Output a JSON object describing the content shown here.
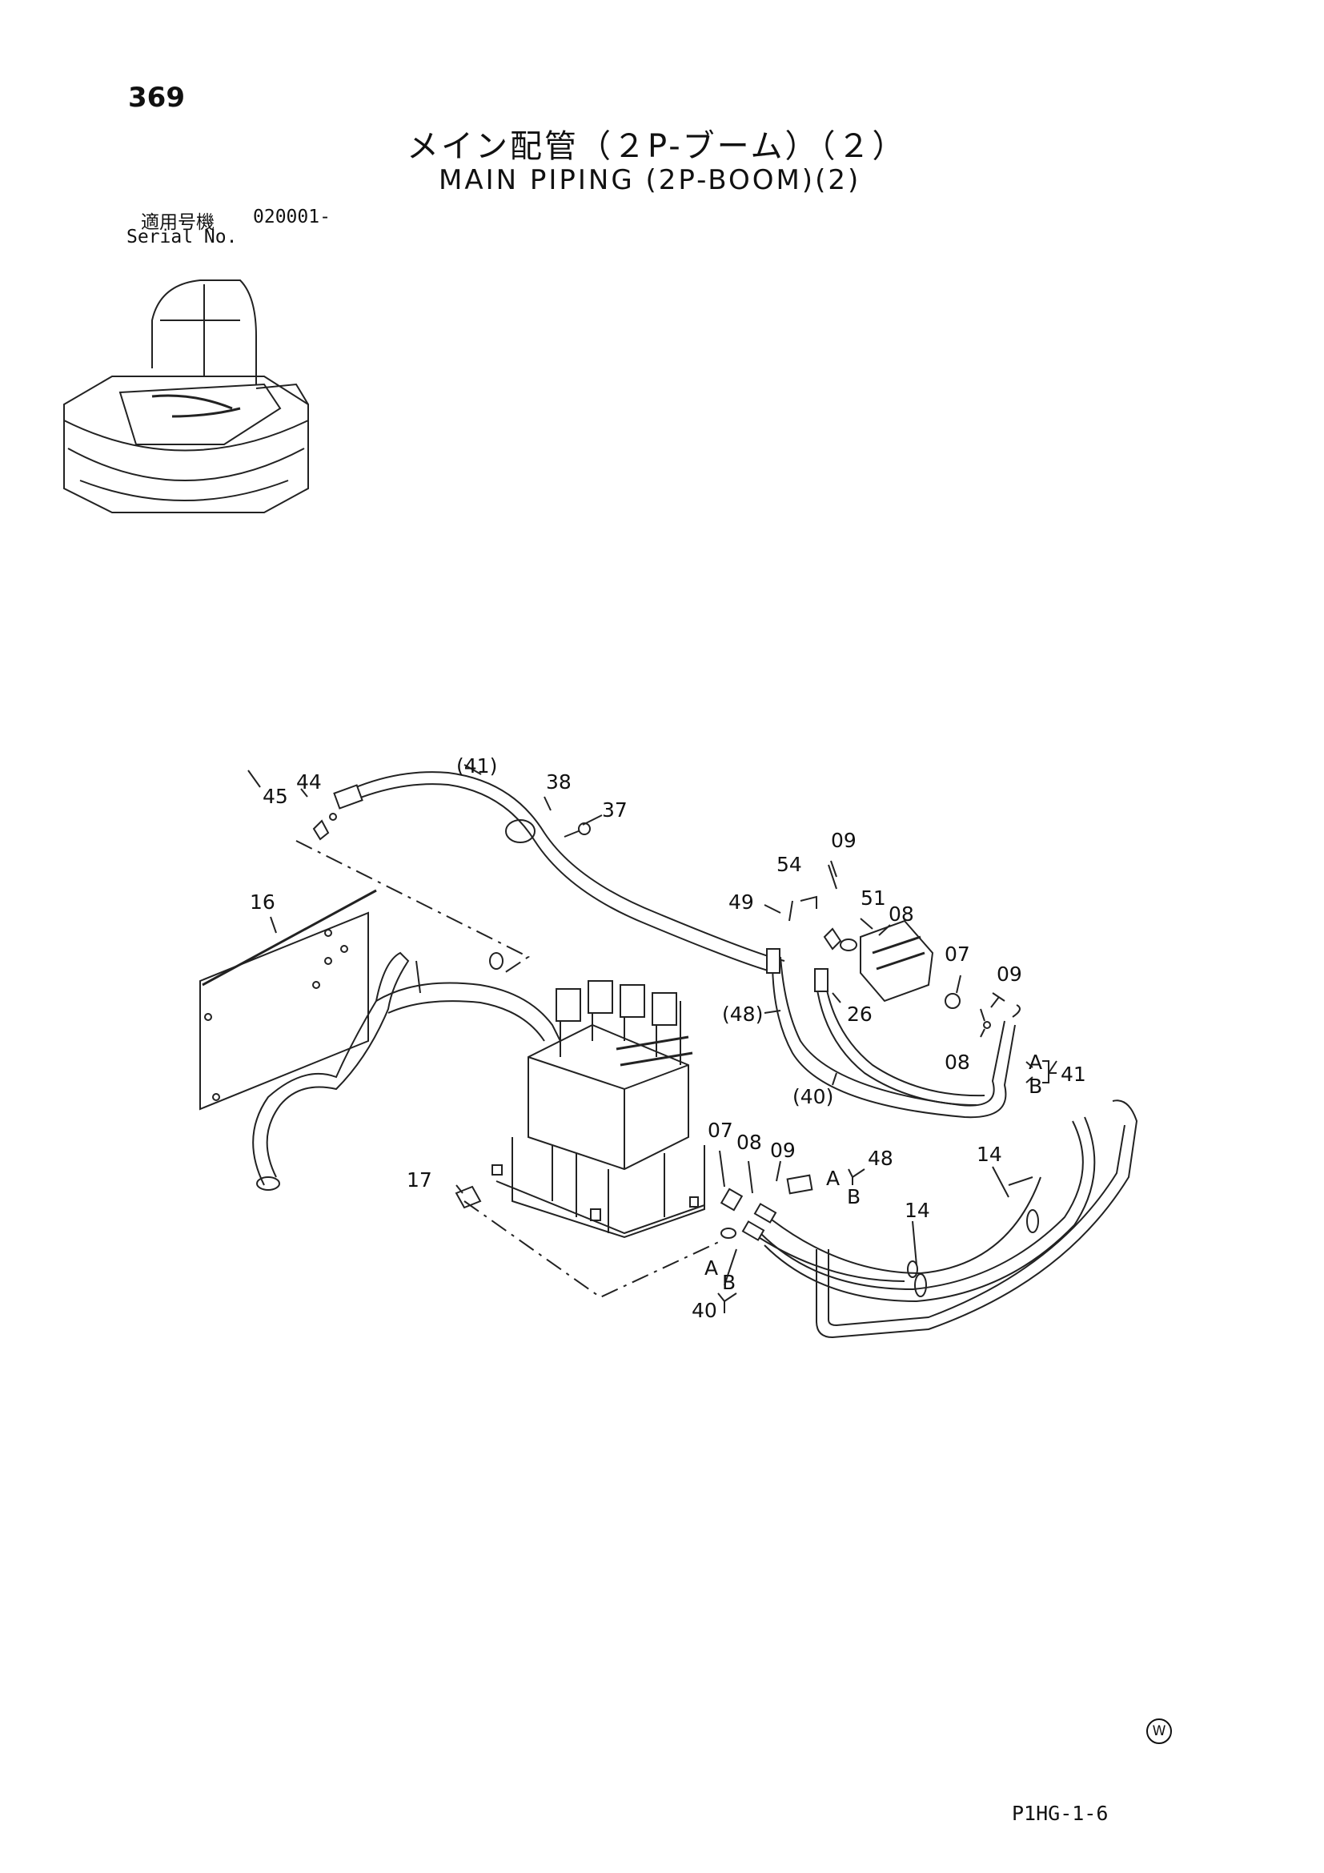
{
  "header": {
    "page_number": "369",
    "title_jp": "メイン配管（２P-ブーム）（２）",
    "title_en": "MAIN PIPING (2P-BOOM)(2)",
    "serial_label_jp": "適用号機",
    "serial_value": "020001-",
    "serial_label_en": "Serial No."
  },
  "footer": {
    "code": "P1HG-1-6",
    "mark": "W"
  },
  "callouts": [
    "45",
    "44",
    "(41)",
    "38",
    "37",
    "16",
    "09",
    "54",
    "51",
    "49",
    "08",
    "07",
    "09",
    "26",
    "(48)",
    "08",
    "A",
    "B",
    "41",
    "(40)",
    "07",
    "08",
    "09",
    "A",
    "48",
    "B",
    "14",
    "14",
    "17",
    "A",
    "B",
    "40"
  ],
  "icons": [
    "excavator-thumbnail-icon",
    "circled-w-icon"
  ]
}
